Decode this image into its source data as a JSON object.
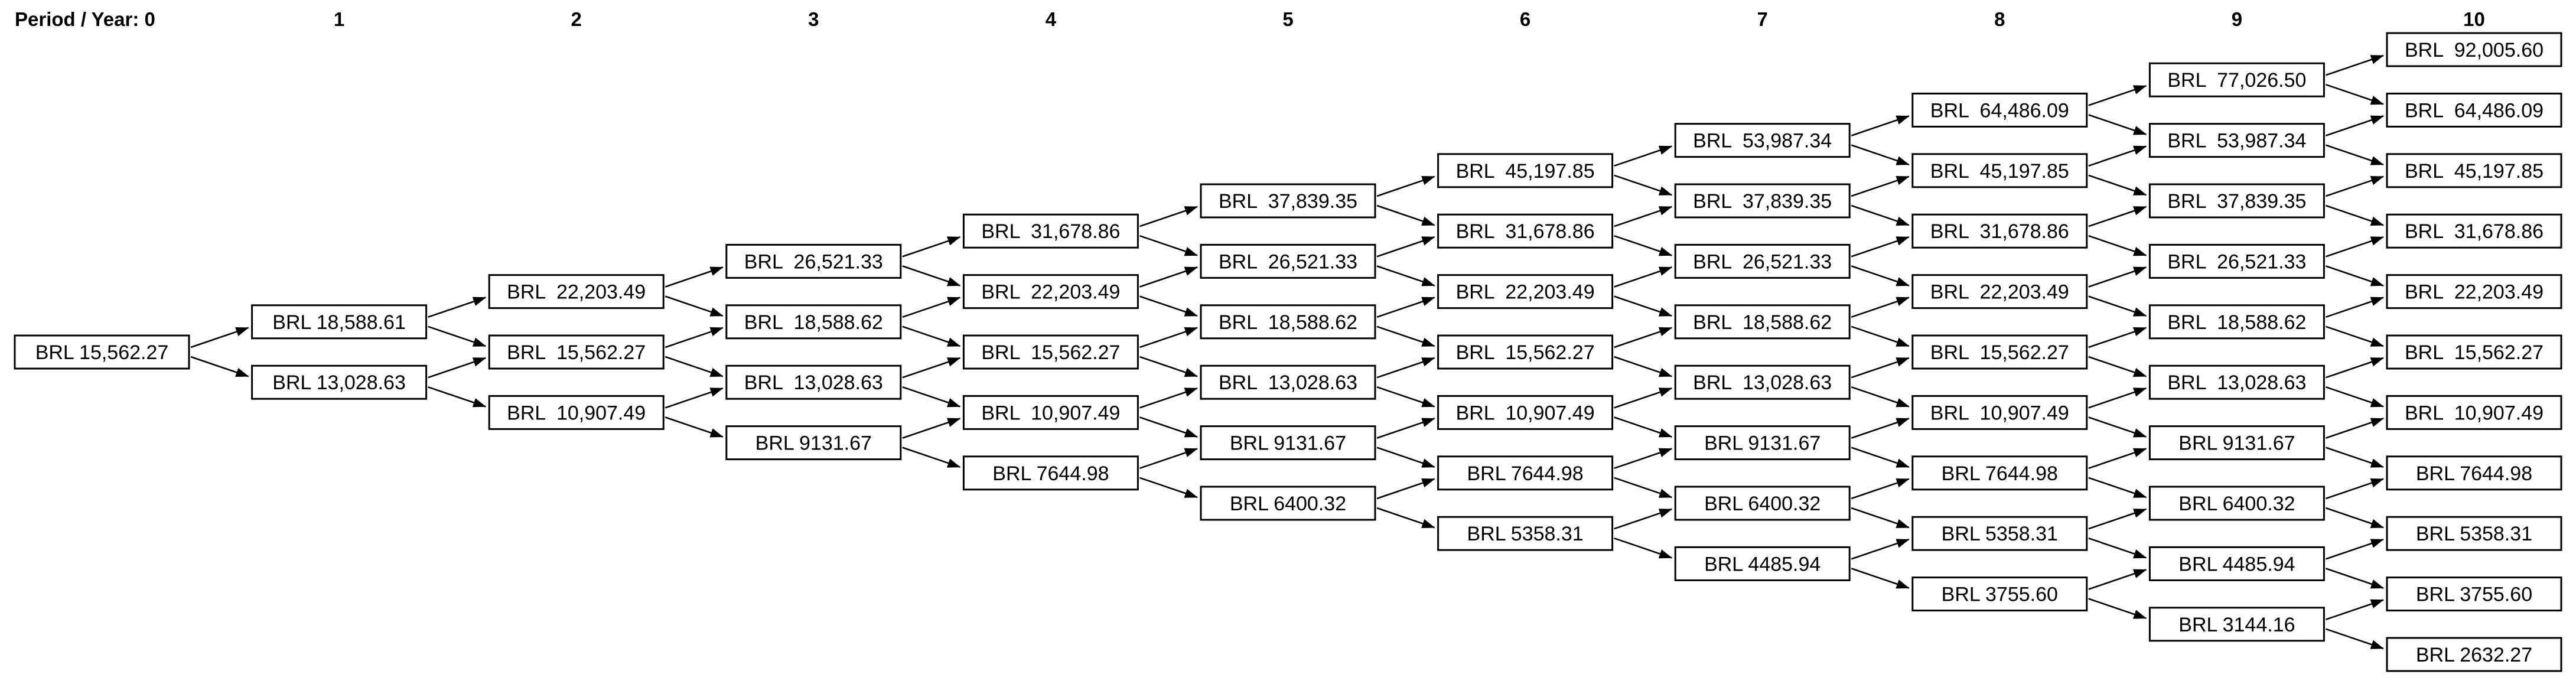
{
  "header": {
    "label": "Period / Year: 0"
  },
  "column_labels": [
    "1",
    "2",
    "3",
    "4",
    "5",
    "6",
    "7",
    "8",
    "9",
    "10"
  ],
  "colors": {
    "background": "#ffffff",
    "box_fill": "#ffffff",
    "box_border": "#000000",
    "text": "#000000",
    "arrow": "#000000"
  },
  "tree": {
    "currency": "BRL",
    "type": "binomial-lattice",
    "periods": [
      {
        "period": 0,
        "nodes": [
          "BRL 15,562.27"
        ]
      },
      {
        "period": 1,
        "nodes": [
          "BRL 18,588.61",
          "BRL 13,028.63"
        ]
      },
      {
        "period": 2,
        "nodes": [
          "BRL  22,203.49",
          "BRL  15,562.27",
          "BRL  10,907.49"
        ]
      },
      {
        "period": 3,
        "nodes": [
          "BRL  26,521.33",
          "BRL  18,588.62",
          "BRL  13,028.63",
          "BRL 9131.67"
        ]
      },
      {
        "period": 4,
        "nodes": [
          "BRL  31,678.86",
          "BRL  22,203.49",
          "BRL  15,562.27",
          "BRL  10,907.49",
          "BRL 7644.98"
        ]
      },
      {
        "period": 5,
        "nodes": [
          "BRL  37,839.35",
          "BRL  26,521.33",
          "BRL  18,588.62",
          "BRL  13,028.63",
          "BRL 9131.67",
          "BRL 6400.32"
        ]
      },
      {
        "period": 6,
        "nodes": [
          "BRL  45,197.85",
          "BRL  31,678.86",
          "BRL  22,203.49",
          "BRL  15,562.27",
          "BRL  10,907.49",
          "BRL 7644.98",
          "BRL 5358.31"
        ]
      },
      {
        "period": 7,
        "nodes": [
          "BRL  53,987.34",
          "BRL  37,839.35",
          "BRL  26,521.33",
          "BRL  18,588.62",
          "BRL  13,028.63",
          "BRL 9131.67",
          "BRL 6400.32",
          "BRL 4485.94"
        ]
      },
      {
        "period": 8,
        "nodes": [
          "BRL  64,486.09",
          "BRL  45,197.85",
          "BRL  31,678.86",
          "BRL  22,203.49",
          "BRL  15,562.27",
          "BRL  10,907.49",
          "BRL 7644.98",
          "BRL 5358.31",
          "BRL 3755.60"
        ]
      },
      {
        "period": 9,
        "nodes": [
          "BRL  77,026.50",
          "BRL  53,987.34",
          "BRL  37,839.35",
          "BRL  26,521.33",
          "BRL  18,588.62",
          "BRL  13,028.63",
          "BRL 9131.67",
          "BRL 6400.32",
          "BRL 4485.94",
          "BRL 3144.16"
        ]
      },
      {
        "period": 10,
        "nodes": [
          "BRL  92,005.60",
          "BRL  64,486.09",
          "BRL  45,197.85",
          "BRL  31,678.86",
          "BRL  22,203.49",
          "BRL  15,562.27",
          "BRL  10,907.49",
          "BRL 7644.98",
          "BRL 5358.31",
          "BRL 3755.60",
          "BRL 2632.27"
        ]
      }
    ]
  }
}
